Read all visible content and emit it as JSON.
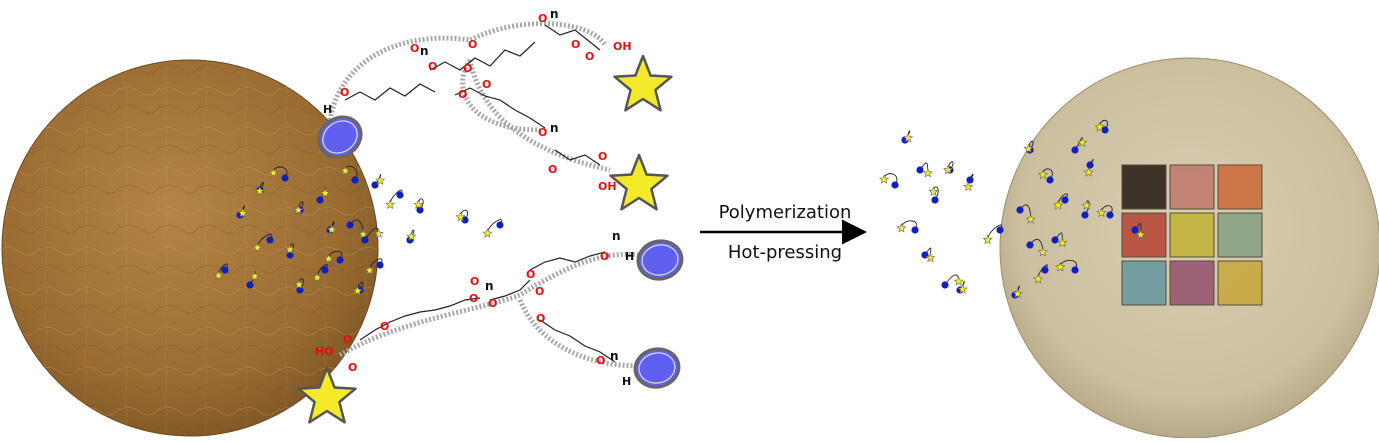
{
  "figure": {
    "arrow_top_label": "Polymerization",
    "arrow_bottom_label": "Hot-pressing"
  },
  "chem_labels": {
    "oxygen": "O",
    "hydrogen": "H",
    "repeat": "n",
    "acid": "OH",
    "acid_left": "HO"
  },
  "colors": {
    "paper": "#9a6c32",
    "paper_light": "#b98a4a",
    "disc_right": "#cfc4a8",
    "polymer_chain": "#9a9a9a",
    "bead": "#6060f0",
    "bead_dark": "#1020c0",
    "star": "#f4ea2a",
    "swatches": [
      "#2c2219",
      "#c07d6e",
      "#cc6e3c",
      "#b84a3a",
      "#c2b43a",
      "#8aa283",
      "#6a9aa0",
      "#985670",
      "#c7aa40"
    ]
  }
}
